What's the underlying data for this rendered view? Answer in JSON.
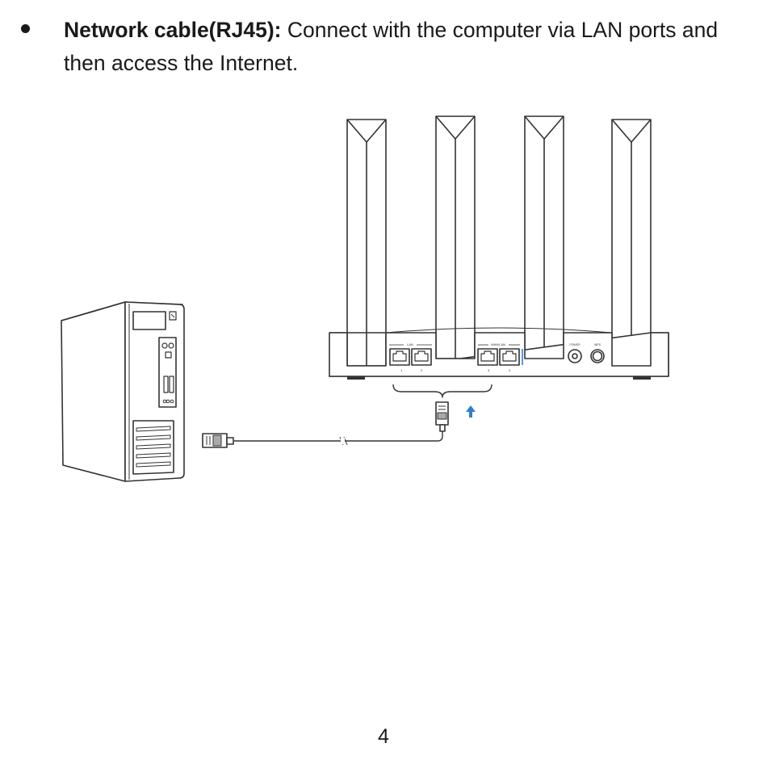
{
  "bullet": {
    "term": "Network cable(RJ45):",
    "text": " Connect with the computer via LAN ports and then access the Internet."
  },
  "figure": {
    "router_port_labels": {
      "lan_group": "LAN",
      "wan_lan_group": "WAN/LAN",
      "power": "POWER",
      "wps": "WPS",
      "port_numbers": [
        "1",
        "2",
        "3",
        "4"
      ]
    },
    "accent_color": "#2f7fd0"
  },
  "page": {
    "number": "4"
  }
}
